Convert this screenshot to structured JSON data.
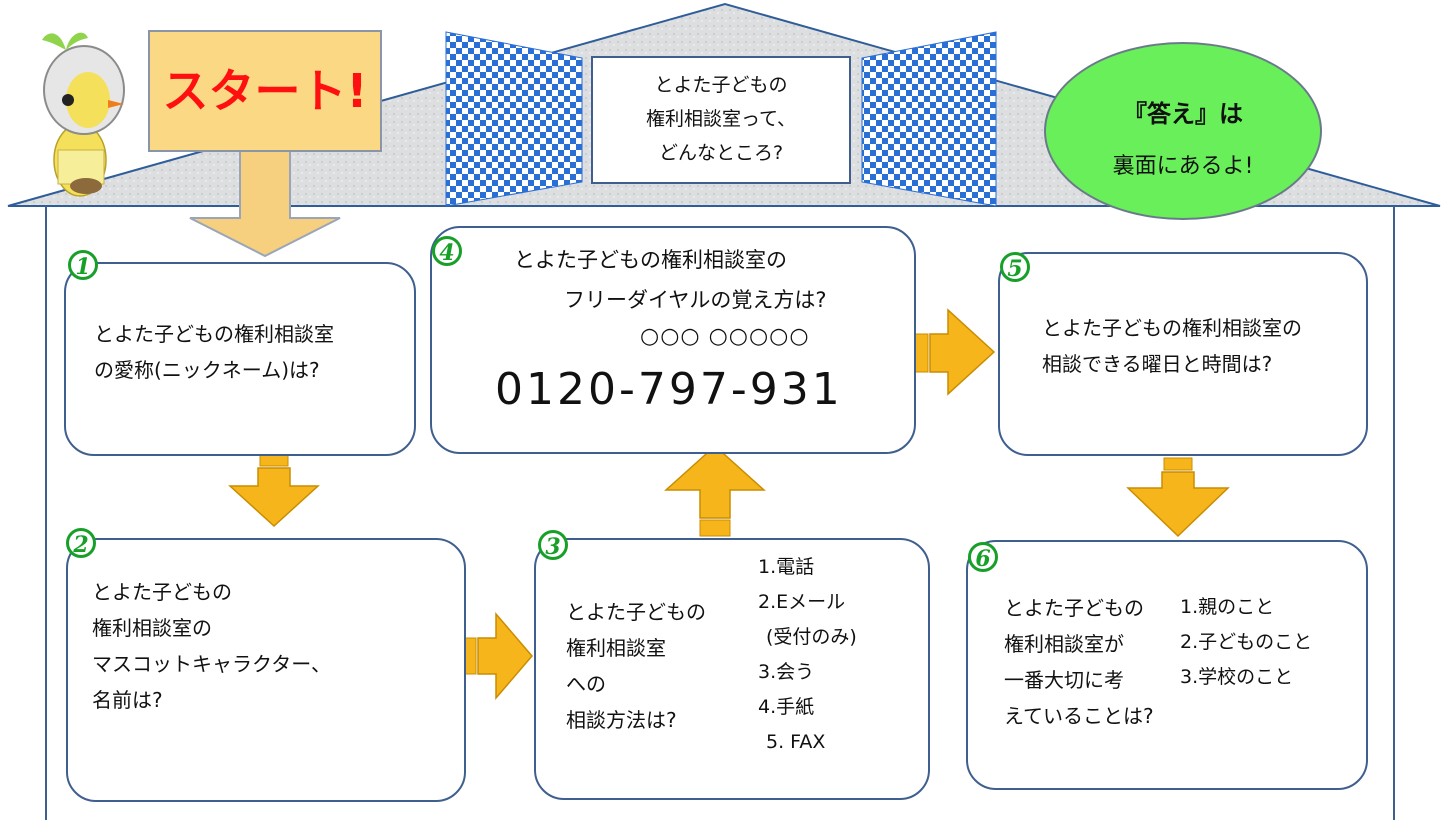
{
  "start_label": "スタート!",
  "title_box": {
    "line1": "とよた子どもの",
    "line2": "権利相談室って、",
    "line3": "どんなところ?"
  },
  "answer_bubble": {
    "line1": "『答え』は",
    "line2": "裏面にあるよ!"
  },
  "q1": {
    "number": "1",
    "line1": "とよた子どもの権利相談室",
    "line2": "の愛称(ニックネーム)は?"
  },
  "q2": {
    "number": "2",
    "line1": "とよた子どもの",
    "line2": "権利相談室の",
    "line3": "マスコットキャラクター、",
    "line4": "名前は?"
  },
  "q3": {
    "number": "3",
    "line1": "とよた子どもの",
    "line2": "権利相談室",
    "line3": "への",
    "line4": "相談方法は?",
    "options": [
      "1.電話",
      "2.Eメール",
      "(受付のみ)",
      "3.会う",
      "4.手紙",
      "5. FAX"
    ]
  },
  "q4": {
    "number": "4",
    "line1": "とよた子どもの権利相談室の",
    "line2": "フリーダイヤルの覚え方は?",
    "code": "○○○ ○○○○○",
    "phone": "0120-797-931"
  },
  "q5": {
    "number": "5",
    "line1": "とよた子どもの権利相談室の",
    "line2": "相談できる曜日と時間は?"
  },
  "q6": {
    "number": "6",
    "line1": "とよた子どもの",
    "line2": "権利相談室が",
    "line3": "一番大切に考",
    "line4": "えていることは?",
    "options": [
      "1.親のこと",
      "2.子どものこと",
      "3.学校のこと"
    ]
  },
  "colors": {
    "arrow_fill": "#f7b51c",
    "arrow_stroke": "#c98d00",
    "card_border": "#3f5f8f",
    "number_green": "#17a028",
    "start_text": "#ff1010",
    "answer_bg": "#68ef5a"
  }
}
